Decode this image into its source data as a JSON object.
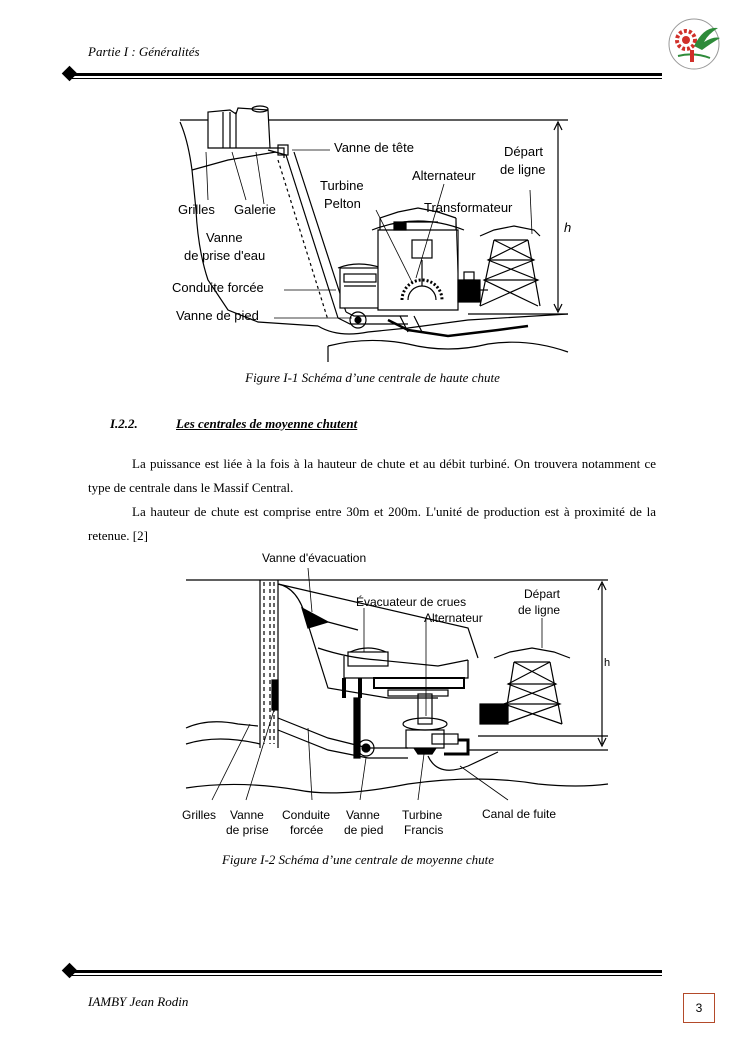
{
  "header": {
    "text": "Partie I : Généralités"
  },
  "figure1": {
    "labels": {
      "vanne_tete": "Vanne de tête",
      "depart_ligne_1": "Départ",
      "depart_ligne_2": "de ligne",
      "alternateur": "Alternateur",
      "turbine_1": "Turbine",
      "turbine_2": "Pelton",
      "transformateur": "Transformateur",
      "h": "h",
      "grilles": "Grilles",
      "galerie": "Galerie",
      "vanne_prise_1": "Vanne",
      "vanne_prise_2": "de prise d'eau",
      "conduite": "Conduite forcée",
      "vanne_pied": "Vanne de pied"
    },
    "caption": "Figure I-1 Schéma d’une centrale de haute chute"
  },
  "section": {
    "number": "I.2.2.",
    "title": "Les centrales de moyenne chutent"
  },
  "paragraphs": [
    "La puissance est liée à la fois à la hauteur de chute et au débit turbiné. On trouvera notamment ce type de centrale dans le Massif Central.",
    "La hauteur de chute est comprise entre 30m et 200m. L'unité de production est à proximité de la retenue. [2]"
  ],
  "figure2": {
    "labels": {
      "vanne_evac": "Vanne d'évacuation",
      "evacuateur": "Évacuateur de crues",
      "alternateur": "Alternateur",
      "depart_1": "Départ",
      "depart_2": "de ligne",
      "h": "h",
      "grilles": "Grilles",
      "vanne_prise_1": "Vanne",
      "vanne_prise_2": "de prise",
      "conduite_1": "Conduite",
      "conduite_2": "forcée",
      "vanne_pied_1": "Vanne",
      "vanne_pied_2": "de pied",
      "turbine_1": "Turbine",
      "turbine_2": "Francis",
      "canal": "Canal de fuite"
    },
    "caption": "Figure I-2 Schéma d’une centrale de moyenne chute"
  },
  "footer": {
    "author": "IAMBY Jean Rodin",
    "page_number": "3"
  },
  "colors": {
    "logo_green": "#2e8b3a",
    "logo_red": "#d0302a",
    "pagebox_border": "#b34a2a"
  }
}
